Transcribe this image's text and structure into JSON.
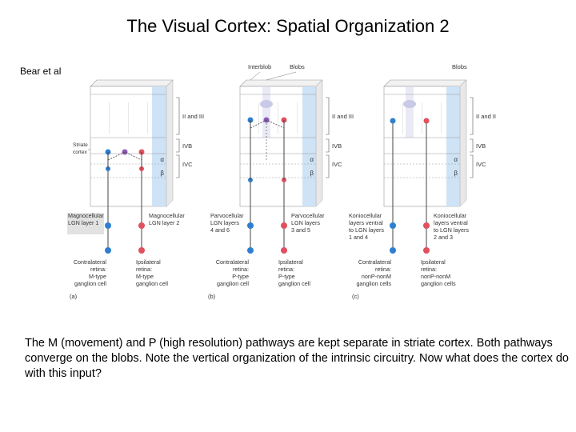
{
  "slide": {
    "title": "The Visual Cortex: Spatial Organization 2",
    "credit": "Bear et al",
    "caption": "The M (movement) and P (high resolution) pathways are kept separate in striate cortex. Both pathways converge on the blobs. Note the vertical organization of the intrinsic circuitry. Now what does the cortex do with this input?"
  },
  "figure": {
    "layer_labels": {
      "l23": "II and III",
      "l4b": "IVB",
      "l4c": "IVC",
      "alpha": "α",
      "beta": "β"
    },
    "colors": {
      "panel_blue": "#cfe3f6",
      "blue_neuron": "#2f7fd0",
      "red_neuron": "#e0505f",
      "purple_neuron": "#8a5ab6",
      "line": "#444444"
    },
    "panel_a": {
      "letter": "(a)",
      "striate_label": [
        "Striate",
        "cortex"
      ],
      "left_lgn": [
        "Magnocellular",
        "LGN layer 1"
      ],
      "right_lgn": [
        "Magnocellular",
        "LGN layer 2"
      ],
      "left_retina": [
        "Contralateral",
        "retina:",
        "M-type",
        "ganglion cell"
      ],
      "right_retina": [
        "Ipsilateral",
        "retina:",
        "M-type",
        "ganglion cell"
      ]
    },
    "panel_b": {
      "letter": "(b)",
      "top_labels": [
        "Interblob",
        "Blobs"
      ],
      "left_lgn": [
        "Parvocellular",
        "LGN layers",
        "4 and 6"
      ],
      "right_lgn": [
        "Parvocellular",
        "LGN layers",
        "3 and 5"
      ],
      "left_retina": [
        "Contralateral",
        "retina:",
        "P-type",
        "ganglion cell"
      ],
      "right_retina": [
        "Ipsilateral",
        "retina:",
        "P-type",
        "ganglion cell"
      ]
    },
    "panel_c": {
      "letter": "(c)",
      "top_labels": [
        "Blobs"
      ],
      "left_lgn": [
        "Koniocellular",
        "layers ventral",
        "to LGN layers",
        "1 and 4"
      ],
      "right_lgn": [
        "Koniocellular",
        "layers ventral",
        "to LGN layers",
        "2 and 3"
      ],
      "left_retina": [
        "Contralateral",
        "retina:",
        "nonP-nonM",
        "ganglion cells"
      ],
      "right_retina": [
        "Ipsilateral",
        "retina:",
        "nonP-nonM",
        "ganglion cells"
      ]
    }
  }
}
